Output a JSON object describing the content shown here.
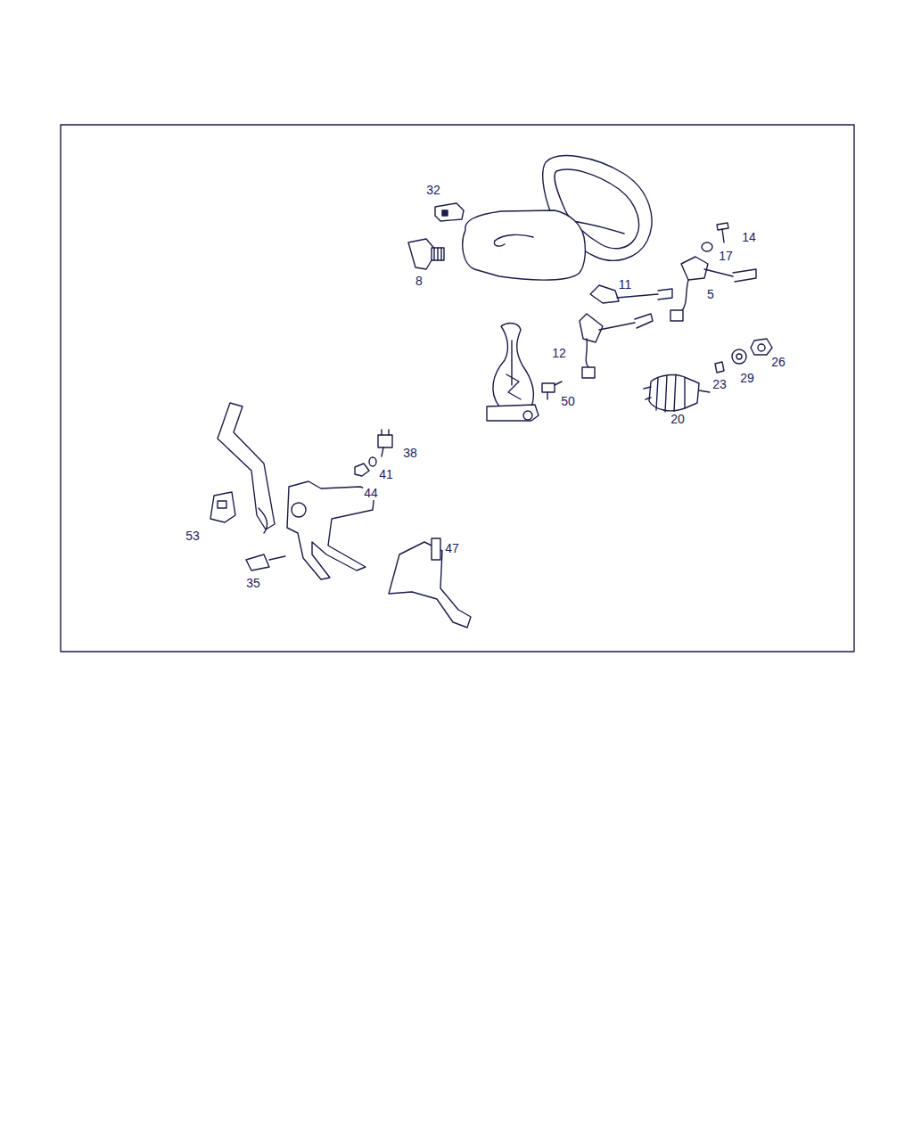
{
  "diagram": {
    "labels": [
      "32",
      "14",
      "17",
      "8",
      "11",
      "5",
      "12",
      "26",
      "29",
      "23",
      "50",
      "20",
      "38",
      "41",
      "44",
      "53",
      "47",
      "35"
    ]
  }
}
